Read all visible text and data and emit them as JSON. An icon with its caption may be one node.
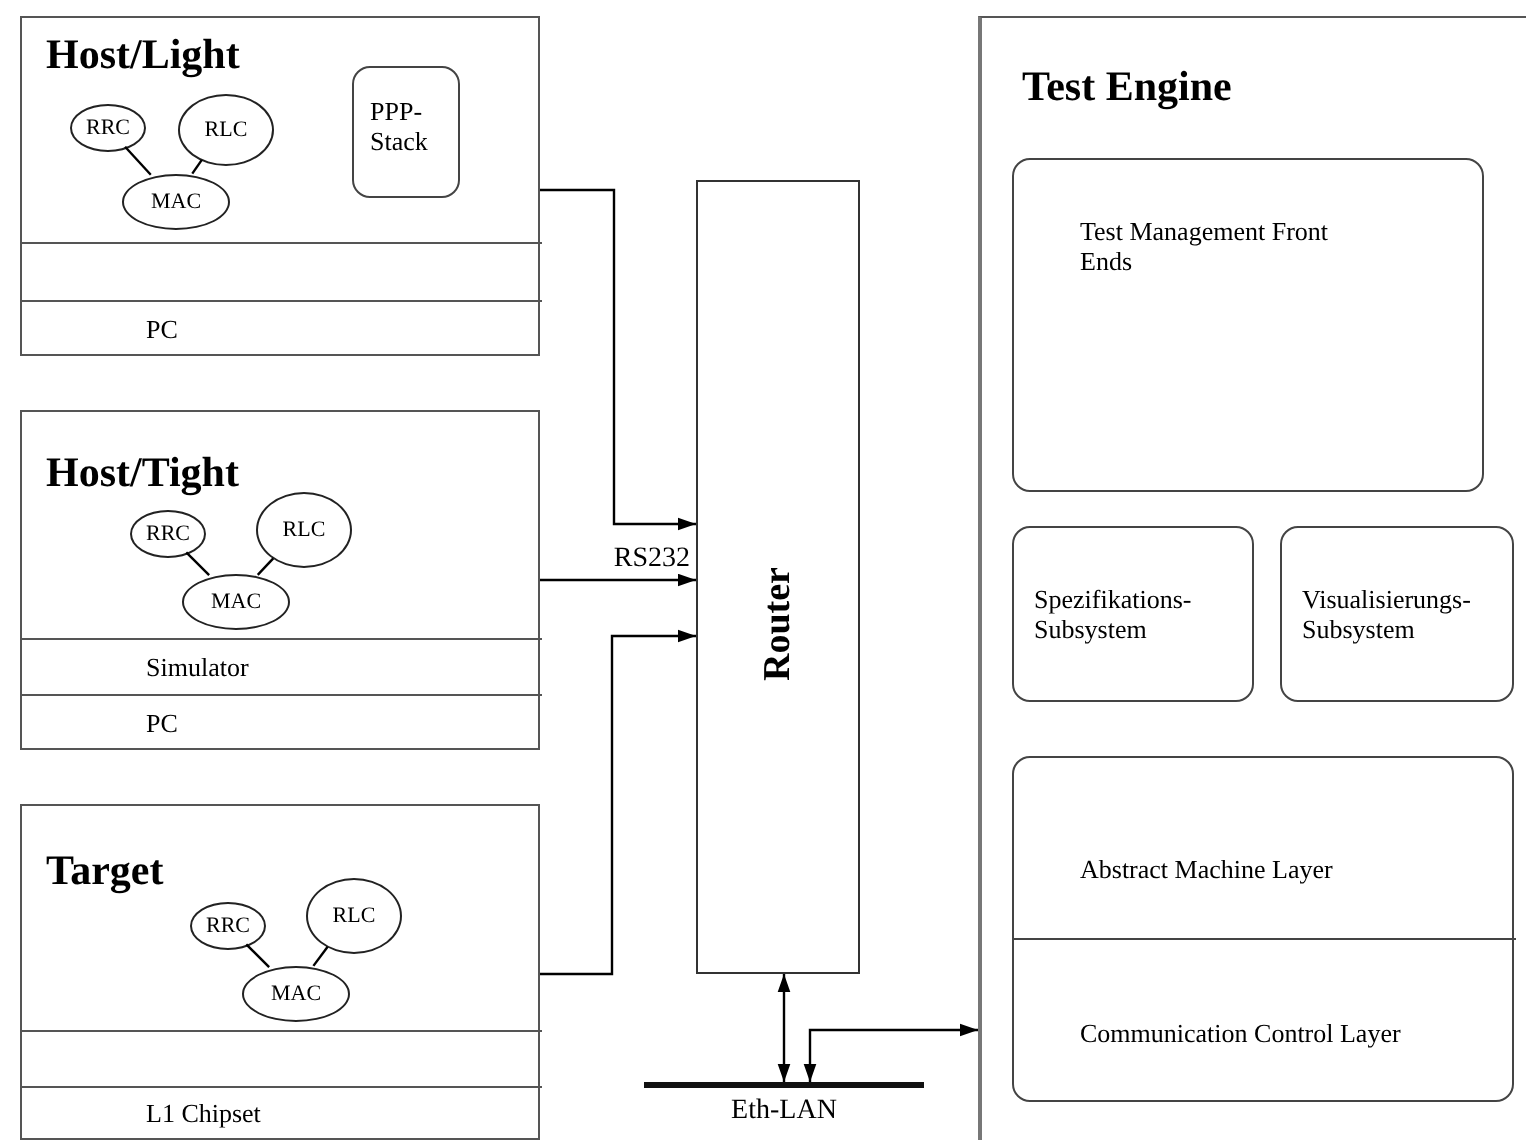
{
  "diagram": {
    "nodes": [
      {
        "text": [
          "Host/Light"
        ]
      },
      {
        "text": [
          "RRC"
        ],
        "in": 0
      },
      {
        "text": [
          "RLC"
        ],
        "in": 0
      },
      {
        "text": [
          "MAC"
        ],
        "in": 0
      },
      {
        "text": [
          "PPP- Stack"
        ],
        "in": 0
      },
      {
        "text": [],
        "shape": "box",
        "in": 0
      },
      {
        "text": [
          "PC"
        ],
        "in": 0
      },
      {
        "text": [
          "Host/Tight"
        ]
      },
      {
        "text": [
          "RRC"
        ],
        "in": 7
      },
      {
        "text": [
          "RLC"
        ],
        "in": 7
      },
      {
        "text": [
          "MAC"
        ],
        "in": 7
      },
      {
        "text": [
          "Simulator"
        ],
        "in": 7
      },
      {
        "text": [
          "PC"
        ],
        "in": 7
      },
      {
        "text": [
          "Target"
        ]
      },
      {
        "text": [
          "RRC"
        ],
        "in": 13
      },
      {
        "text": [
          "RLC"
        ],
        "in": 13
      },
      {
        "text": [
          "MAC"
        ],
        "in": 13
      },
      {
        "text": [],
        "shape": "box",
        "in": 13
      },
      {
        "text": [
          "L1 Chipset"
        ],
        "in": 13
      },
      {
        "text": [
          "Router"
        ]
      },
      {
        "text": [
          "Eth-LAN"
        ]
      },
      {
        "text": [
          "Test Engine"
        ]
      },
      {
        "text": [
          "Test Management Front Ends"
        ],
        "in": 21
      },
      {
        "text": [
          "Spezifikations- Subsystem"
        ],
        "in": 21
      },
      {
        "text": [
          "Visualisierungs- Subsystem"
        ],
        "in": 21
      },
      {
        "text": [],
        "shape": "box",
        "in": 21
      },
      {
        "text": [
          "Abstract Machine Layer"
        ],
        "in": 25
      },
      {
        "text": [
          "Communication Control Layer"
        ],
        "in": 25
      }
    ],
    "edges": [
      {
        "from": 0,
        "to": 19,
        "arrow": "to"
      },
      {
        "from": 7,
        "to": 19,
        "arrow": "to",
        "label": "RS232"
      },
      {
        "from": 13,
        "to": 19,
        "arrow": "to"
      },
      {
        "from": 19,
        "to": 20,
        "arrow": "both"
      },
      {
        "from": 20,
        "to": 21,
        "arrow": "both"
      },
      {
        "from": 1,
        "to": 3,
        "arrow": "none"
      },
      {
        "from": 2,
        "to": 3,
        "arrow": "none"
      },
      {
        "from": 8,
        "to": 10,
        "arrow": "none"
      },
      {
        "from": 9,
        "to": 10,
        "arrow": "none"
      },
      {
        "from": 14,
        "to": 16,
        "arrow": "none"
      },
      {
        "from": 15,
        "to": 16,
        "arrow": "none"
      }
    ]
  }
}
